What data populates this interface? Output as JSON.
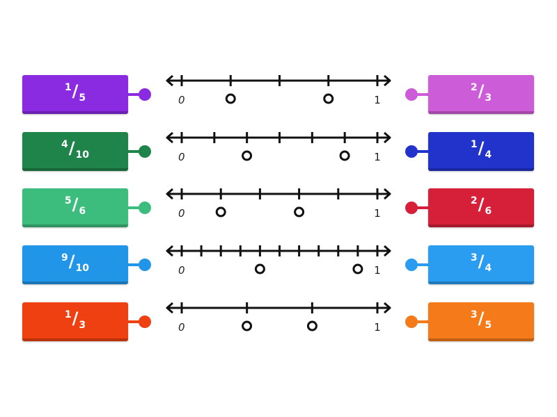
{
  "rows": [
    {
      "left": {
        "num": "1",
        "den": "5",
        "color": "#8a2be2"
      },
      "right": {
        "num": "2",
        "den": "3",
        "color": "#cd5cd8"
      },
      "number_line": {
        "ticks": 4,
        "start_label": "0",
        "end_label": "1",
        "targets": [
          0.25,
          0.75
        ]
      }
    },
    {
      "left": {
        "num": "4",
        "den": "10",
        "color": "#1e8449"
      },
      "right": {
        "num": "1",
        "den": "4",
        "color": "#2233cc"
      },
      "number_line": {
        "ticks": 6,
        "start_label": "0",
        "end_label": "1",
        "targets": [
          0.333,
          0.833
        ]
      }
    },
    {
      "left": {
        "num": "5",
        "den": "6",
        "color": "#3dbd7d"
      },
      "right": {
        "num": "2",
        "den": "6",
        "color": "#d6203a"
      },
      "number_line": {
        "ticks": 5,
        "start_label": "0",
        "end_label": "1",
        "targets": [
          0.2,
          0.6
        ]
      }
    },
    {
      "left": {
        "num": "9",
        "den": "10",
        "color": "#2196e8"
      },
      "right": {
        "num": "3",
        "den": "4",
        "color": "#2a9df0"
      },
      "number_line": {
        "ticks": 10,
        "start_label": "0",
        "end_label": "1",
        "targets": [
          0.4,
          0.9
        ]
      }
    },
    {
      "left": {
        "num": "1",
        "den": "3",
        "color": "#ee4010"
      },
      "right": {
        "num": "3",
        "den": "5",
        "color": "#f47a1a"
      },
      "number_line": {
        "ticks": 3,
        "start_label": "0",
        "end_label": "1",
        "targets": [
          0.333,
          0.667
        ]
      }
    }
  ]
}
